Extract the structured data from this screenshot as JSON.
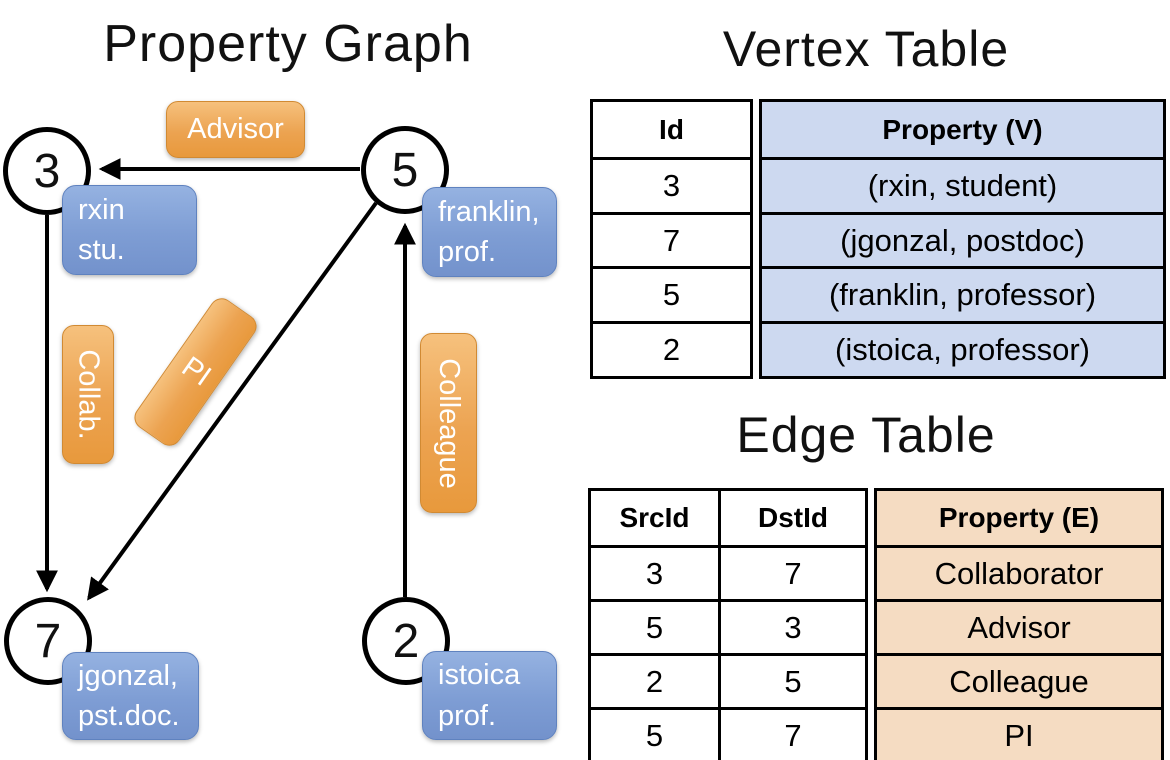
{
  "graph": {
    "title": "Property Graph",
    "nodes": [
      {
        "label": "3"
      },
      {
        "label": "5"
      },
      {
        "label": "7"
      },
      {
        "label": "2"
      }
    ],
    "vertex_boxes": [
      {
        "line1": "rxin",
        "line2": "stu."
      },
      {
        "line1": "franklin,",
        "line2": "prof."
      },
      {
        "line1": "jgonzal,",
        "line2": "pst.doc."
      },
      {
        "line1": "istoica",
        "line2": "prof."
      }
    ],
    "edge_labels": {
      "advisor": "Advisor",
      "collab": "Collab.",
      "pi": "PI",
      "colleague": "Colleague"
    }
  },
  "vertex_table": {
    "title": "Vertex Table",
    "columns": {
      "id": "Id",
      "property": "Property (V)"
    },
    "rows": [
      {
        "id": "3",
        "property": "(rxin, student)"
      },
      {
        "id": "7",
        "property": "(jgonzal, postdoc)"
      },
      {
        "id": "5",
        "property": "(franklin, professor)"
      },
      {
        "id": "2",
        "property": "(istoica, professor)"
      }
    ]
  },
  "edge_table": {
    "title": "Edge Table",
    "columns": {
      "src": "SrcId",
      "dst": "DstId",
      "property": "Property (E)"
    },
    "rows": [
      {
        "src": "3",
        "dst": "7",
        "property": "Collaborator"
      },
      {
        "src": "5",
        "dst": "3",
        "property": "Advisor"
      },
      {
        "src": "2",
        "dst": "5",
        "property": "Colleague"
      },
      {
        "src": "5",
        "dst": "7",
        "property": "PI"
      }
    ]
  },
  "colors": {
    "edge_label_orange_top": "#f6c17d",
    "edge_label_orange_bottom": "#e8993c",
    "vertex_label_blue_top": "#95b2e1",
    "vertex_label_blue_bottom": "#7392cc",
    "vertex_table_fill": "#cdd9f0",
    "edge_table_fill": "#f5dcc2",
    "line_black": "#000000"
  }
}
